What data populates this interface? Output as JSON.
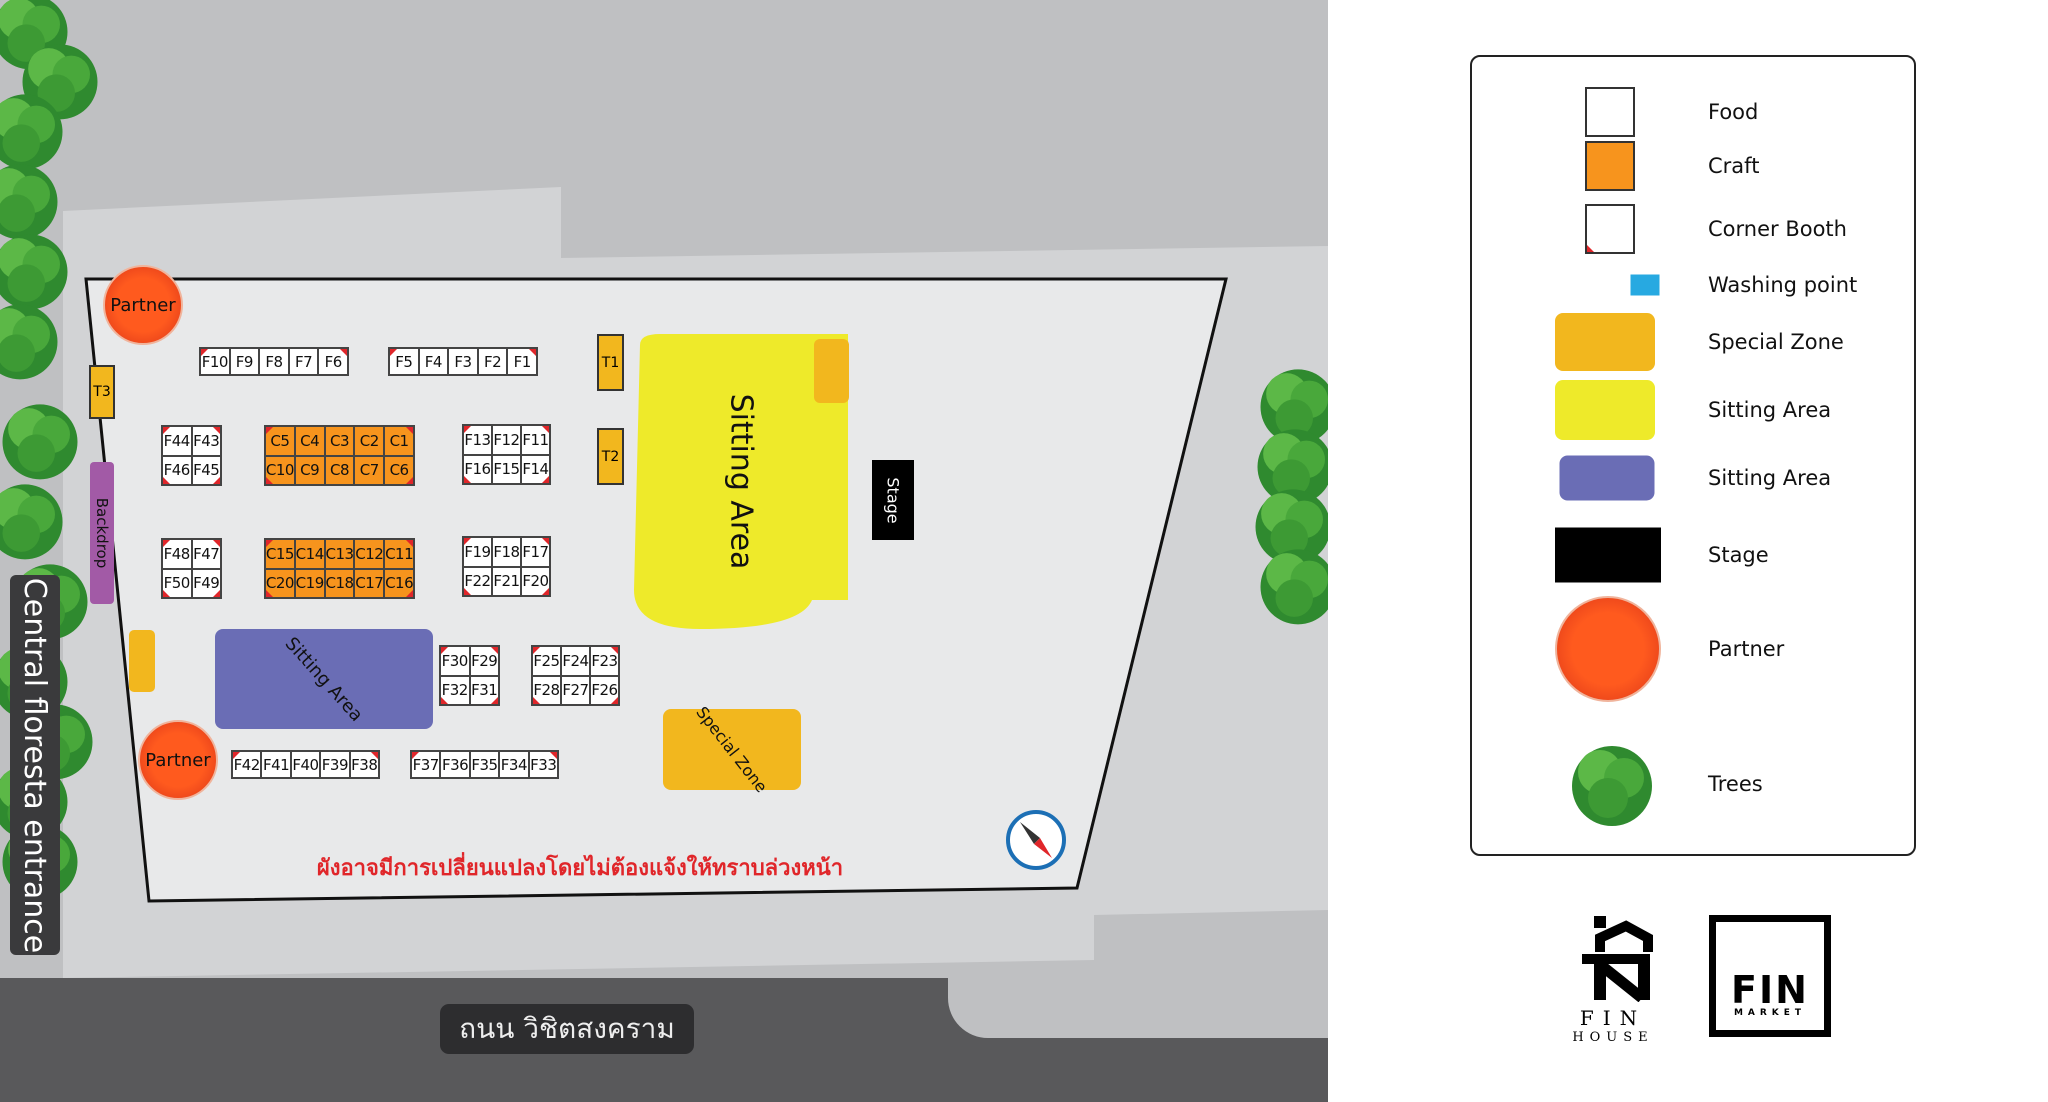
{
  "map": {
    "entrance_label": "Central floresta entrance",
    "road_label": "ถนน วิชิตสงคราม",
    "notice": "ผังอาจมีการเปลี่ยนแปลงโดยไม่ต้องแจ้งให้ทราบล่วงหน้า",
    "partner_label": "Partner",
    "backdrop_label": "Backdrop",
    "stage_label": "Stage",
    "sitting_area_label": "Sitting Area",
    "special_zone_label": "Special Zone",
    "tables": [
      "T1",
      "T2",
      "T3"
    ],
    "booth_groups": [
      {
        "id": "g1",
        "type": "food",
        "rows": [
          [
            "F10",
            "F9",
            "F8",
            "F7",
            "F6"
          ]
        ]
      },
      {
        "id": "g2",
        "type": "food",
        "rows": [
          [
            "F5",
            "F4",
            "F3",
            "F2",
            "F1"
          ]
        ]
      },
      {
        "id": "g3",
        "type": "food",
        "rows": [
          [
            "F44",
            "F43"
          ],
          [
            "F46",
            "F45"
          ]
        ]
      },
      {
        "id": "g4",
        "type": "craft",
        "rows": [
          [
            "C5",
            "C4",
            "C3",
            "C2",
            "C1"
          ],
          [
            "C10",
            "C9",
            "C8",
            "C7",
            "C6"
          ]
        ]
      },
      {
        "id": "g5",
        "type": "food",
        "rows": [
          [
            "F13",
            "F12",
            "F11"
          ],
          [
            "F16",
            "F15",
            "F14"
          ]
        ]
      },
      {
        "id": "g6",
        "type": "food",
        "rows": [
          [
            "F48",
            "F47"
          ],
          [
            "F50",
            "F49"
          ]
        ]
      },
      {
        "id": "g7",
        "type": "craft",
        "rows": [
          [
            "C15",
            "C14",
            "C13",
            "C12",
            "C11"
          ],
          [
            "C20",
            "C19",
            "C18",
            "C17",
            "C16"
          ]
        ]
      },
      {
        "id": "g8",
        "type": "food",
        "rows": [
          [
            "F19",
            "F18",
            "F17"
          ],
          [
            "F22",
            "F21",
            "F20"
          ]
        ]
      },
      {
        "id": "g9",
        "type": "food",
        "rows": [
          [
            "F30",
            "F29"
          ],
          [
            "F32",
            "F31"
          ]
        ]
      },
      {
        "id": "g10",
        "type": "food",
        "rows": [
          [
            "F25",
            "F24",
            "F23"
          ],
          [
            "F28",
            "F27",
            "F26"
          ]
        ]
      },
      {
        "id": "g11",
        "type": "food",
        "rows": [
          [
            "F42",
            "F41",
            "F40",
            "F39",
            "F38"
          ]
        ]
      },
      {
        "id": "g12",
        "type": "food",
        "rows": [
          [
            "F37",
            "F36",
            "F35",
            "F34",
            "F33"
          ]
        ]
      }
    ]
  },
  "legend": {
    "items": [
      {
        "label": "Food",
        "icon": "food-swatch"
      },
      {
        "label": "Craft",
        "icon": "craft-swatch",
        "color": "#f7941d"
      },
      {
        "label": "Corner Booth",
        "icon": "corner-booth-swatch",
        "color": "#e0262a"
      },
      {
        "label": "Washing point",
        "icon": "washing-point-swatch",
        "color": "#27a9e1"
      },
      {
        "label": "Special Zone",
        "icon": "special-zone-swatch",
        "color": "#f2b71e"
      },
      {
        "label": "Sitting Area",
        "icon": "sitting-area-yellow-swatch",
        "color": "#eeea2a"
      },
      {
        "label": "Sitting Area",
        "icon": "sitting-area-purple-swatch",
        "color": "#6a6db5"
      },
      {
        "label": "Stage",
        "icon": "stage-swatch",
        "color": "#000000"
      },
      {
        "label": "Partner",
        "icon": "partner-swatch",
        "color": "#f0531e"
      },
      {
        "label": "Trees",
        "icon": "tree-icon"
      }
    ]
  },
  "logos": {
    "fin_house": {
      "line1": "FIN",
      "line2": "HOUSE"
    },
    "fin_market": {
      "line1": "FIN",
      "line2": "MARKET"
    }
  }
}
